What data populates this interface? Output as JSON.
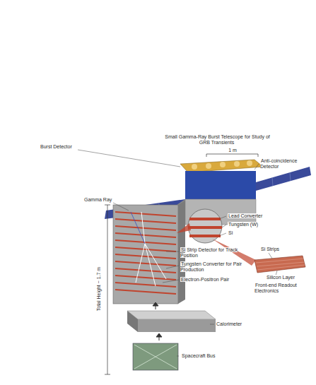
{
  "diagram": {
    "labels": [
      "Small Gamma-Ray Burst Telescope for Study of GRB Transients",
      "1 m",
      "Anti-coincidence Detector",
      "Burst Detector",
      "Gamma Ray",
      "Lead Converter",
      "Tungsten (W)",
      "Si",
      "Si Strip Detector for Track Position",
      "Tungsten Converter for Pair Production",
      "Electron-Positron Pair",
      "Si Strips",
      "Silicon Layer",
      "Front-end Readout Electronics",
      "Calorimeter",
      "Spacecraft Bus",
      "Total Height ~ 1.7 m"
    ]
  }
}
